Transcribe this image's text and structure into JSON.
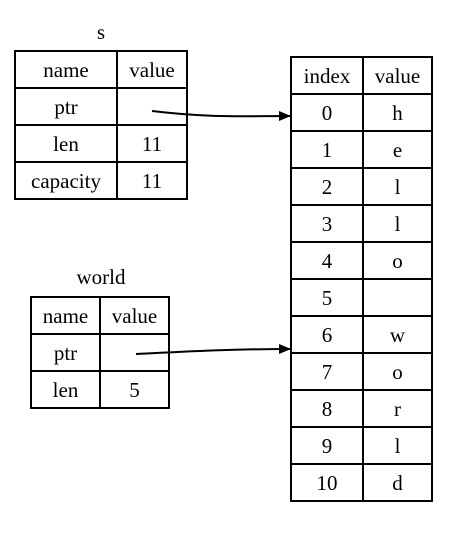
{
  "s": {
    "title": "s",
    "headers": [
      "name",
      "value"
    ],
    "rows": [
      {
        "name": "ptr",
        "value": ""
      },
      {
        "name": "len",
        "value": "11"
      },
      {
        "name": "capacity",
        "value": "11"
      }
    ]
  },
  "world": {
    "title": "world",
    "headers": [
      "name",
      "value"
    ],
    "rows": [
      {
        "name": "ptr",
        "value": ""
      },
      {
        "name": "len",
        "value": "5"
      }
    ]
  },
  "heap": {
    "headers": [
      "index",
      "value"
    ],
    "rows": [
      {
        "index": "0",
        "value": "h"
      },
      {
        "index": "1",
        "value": "e"
      },
      {
        "index": "2",
        "value": "l"
      },
      {
        "index": "3",
        "value": "l"
      },
      {
        "index": "4",
        "value": "o"
      },
      {
        "index": "5",
        "value": ""
      },
      {
        "index": "6",
        "value": "w"
      },
      {
        "index": "7",
        "value": "o"
      },
      {
        "index": "8",
        "value": "r"
      },
      {
        "index": "9",
        "value": "l"
      },
      {
        "index": "10",
        "value": "d"
      }
    ]
  },
  "arrows": [
    {
      "from": "s.ptr",
      "to": "heap.0"
    },
    {
      "from": "world.ptr",
      "to": "heap.6"
    }
  ]
}
